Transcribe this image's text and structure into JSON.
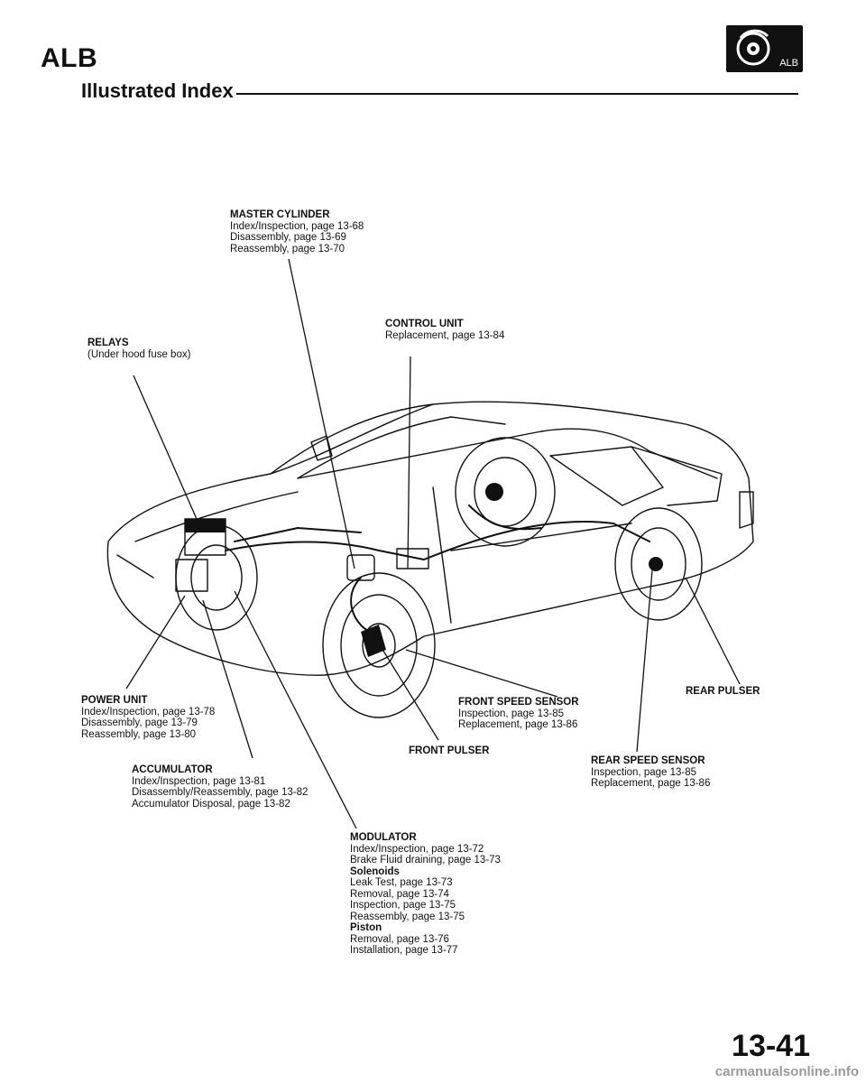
{
  "header": {
    "section": "ALB",
    "title": "Illustrated Index",
    "logo_text": "ALB",
    "logo_icon": "brake-disc-icon"
  },
  "labels": {
    "master_cylinder": {
      "heading": "MASTER CYLINDER",
      "lines": [
        "Index/Inspection, page 13-68",
        "Disassembly, page 13-69",
        "Reassembly, page 13-70"
      ]
    },
    "relays": {
      "heading": "RELAYS",
      "lines": [
        "(Under hood fuse box)"
      ]
    },
    "control_unit": {
      "heading": "CONTROL UNIT",
      "lines": [
        "Replacement, page 13-84"
      ]
    },
    "power_unit": {
      "heading": "POWER UNIT",
      "lines": [
        "Index/Inspection, page 13-78",
        "Disassembly, page 13-79",
        "Reassembly, page 13-80"
      ]
    },
    "accumulator": {
      "heading": "ACCUMULATOR",
      "lines": [
        "Index/Inspection, page 13-81",
        "Disassembly/Reassembly, page 13-82",
        "Accumulator Disposal, page 13-82"
      ]
    },
    "front_speed_sensor": {
      "heading": "FRONT SPEED SENSOR",
      "lines": [
        "Inspection, page 13-85",
        "Replacement, page 13-86"
      ]
    },
    "front_pulser": {
      "heading": "FRONT PULSER",
      "lines": []
    },
    "rear_pulser": {
      "heading": "REAR PULSER",
      "lines": []
    },
    "rear_speed_sensor": {
      "heading": "REAR SPEED SENSOR",
      "lines": [
        "Inspection, page 13-85",
        "Replacement, page 13-86"
      ]
    },
    "modulator": {
      "heading": "MODULATOR",
      "lines": [
        "Index/Inspection, page 13-72",
        "Brake Fluid draining, page 13-73",
        "Solenoids",
        "Leak Test, page 13-73",
        "Removal, page 13-74",
        "Inspection, page 13-75",
        "Reassembly, page 13-75",
        "Piston",
        "Removal, page 13-76",
        "Installation, page 13-77"
      ],
      "bold_lines": [
        "Solenoids",
        "Piston"
      ]
    }
  },
  "footer": {
    "page_number": "13-41",
    "watermark": "carmanualsonline.info"
  }
}
